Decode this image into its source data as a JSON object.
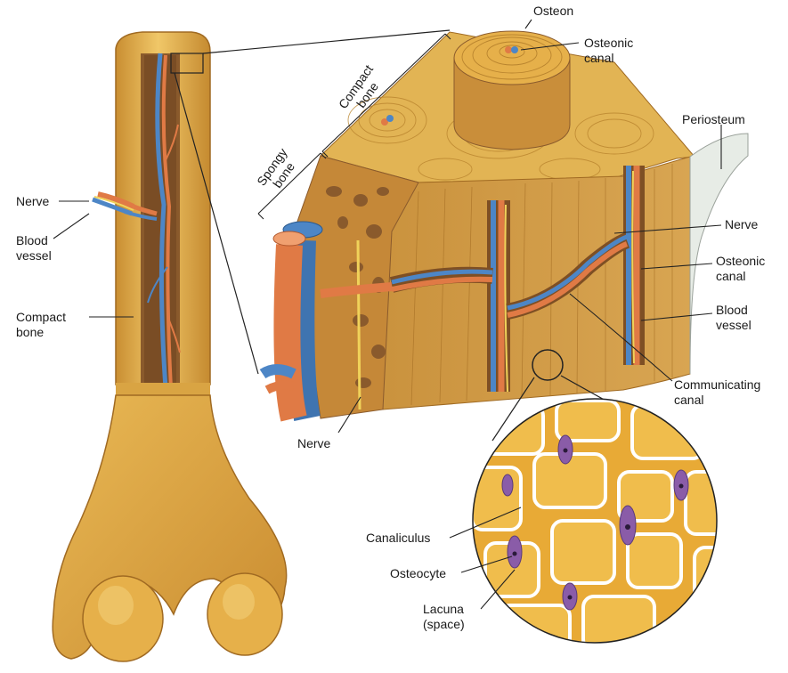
{
  "labels": {
    "osteon": "Osteon",
    "osteonic_canal_top": "Osteonic\ncanal",
    "compact_bone_diag": "Compact\nbone",
    "spongy_bone": "Spongy\nbone",
    "periosteum": "Periosteum",
    "nerve_left": "Nerve",
    "blood_vessel_left": "Blood\nvessel",
    "compact_bone_left": "Compact\nbone",
    "nerve_right": "Nerve",
    "osteonic_canal_right": "Osteonic\ncanal",
    "blood_vessel_right": "Blood\nvessel",
    "communicating_canal": "Communicating\ncanal",
    "nerve_bottom": "Nerve",
    "canaliculus": "Canaliculus",
    "osteocyte": "Osteocyte",
    "lacuna": "Lacuna\n(space)"
  },
  "colors": {
    "bone": "#e6b04a",
    "bone_light": "#f2cf78",
    "bone_dark": "#b9802a",
    "marrow": "#8a5a2c",
    "artery": "#e07a45",
    "vein": "#4d86c6",
    "nerve": "#f0d25a",
    "cell": "#8a5ca8"
  }
}
